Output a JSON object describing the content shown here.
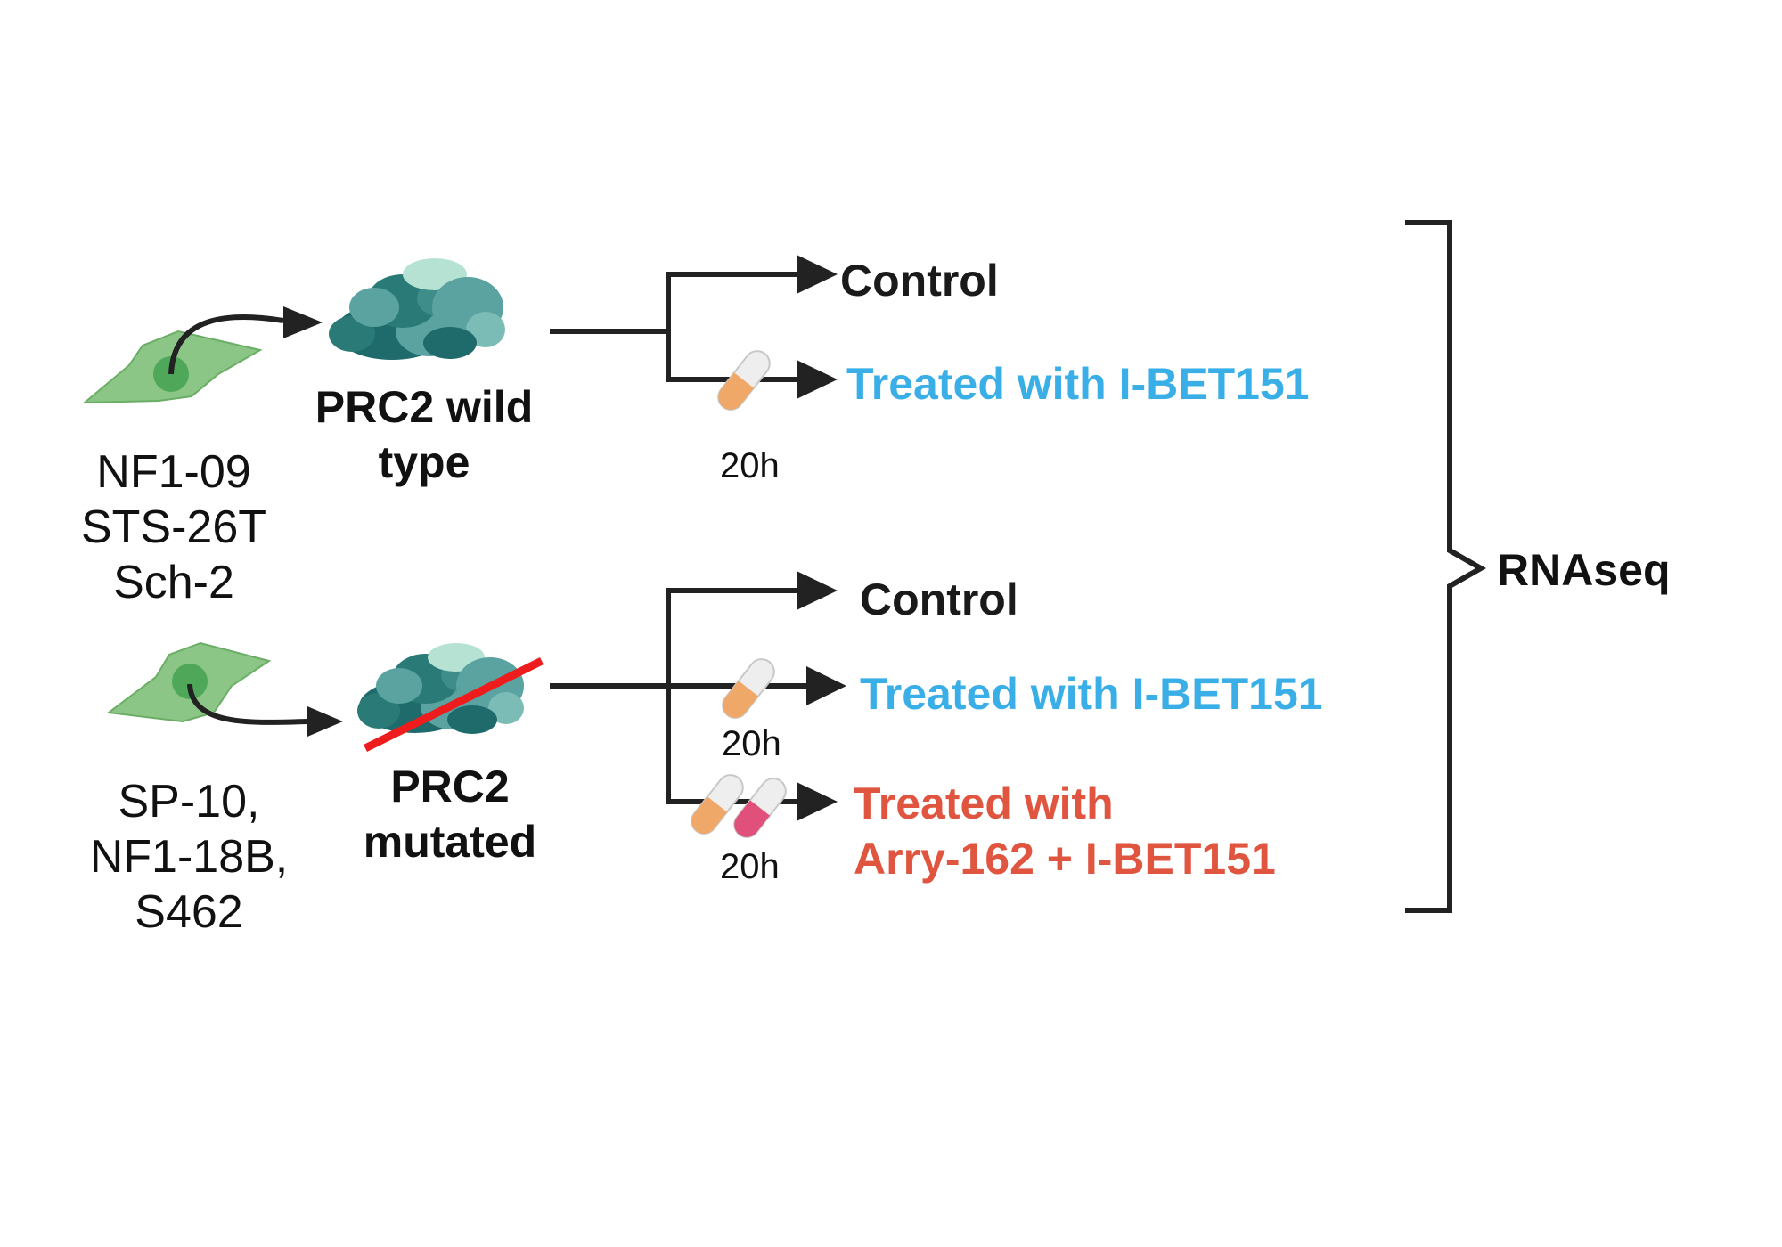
{
  "colors": {
    "line": "#222222",
    "treated_ibet": "#3aaee6",
    "treated_combo": "#e0553f",
    "cell": "#7fc07a",
    "cell_nucleus": "#4fa85a",
    "protein_dark": "#1f6b6b",
    "protein_mid": "#5aa3a0",
    "protein_light": "#b6e2d3",
    "strike": "#ee1c1c",
    "pill_orange": "#f0a868",
    "pill_pink": "#e0507a",
    "pill_white": "#eeeeee"
  },
  "top_group": {
    "cell_lines": [
      "NF1-09",
      "STS-26T",
      "Sch-2"
    ],
    "status_lines": [
      "PRC2 wild",
      "type"
    ],
    "branches": {
      "control": "Control",
      "treated": "Treated with I-BET151",
      "time": "20h"
    }
  },
  "bottom_group": {
    "cell_lines": [
      "SP-10,",
      "NF1-18B,",
      "S462"
    ],
    "status_lines": [
      "PRC2",
      "mutated"
    ],
    "branches": {
      "control": "Control",
      "treated": "Treated with I-BET151",
      "time_treated": "20h",
      "combo_lines": [
        "Treated with",
        "Arry-162 +  I-BET151"
      ],
      "time_combo": "20h"
    }
  },
  "output": {
    "label": "RNAseq"
  },
  "icons": [
    "cell-icon",
    "prc2-protein-icon",
    "pill-icon",
    "arrow-icon",
    "bracket-icon",
    "strike-through-icon"
  ]
}
